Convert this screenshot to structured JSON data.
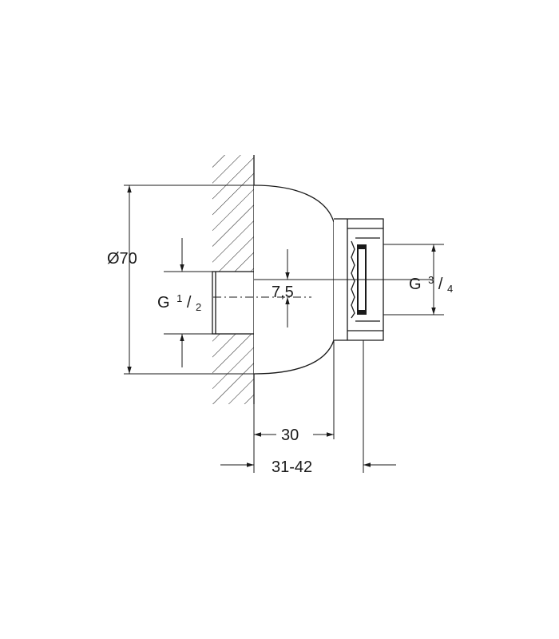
{
  "diagram": {
    "diameter_label": "Ø70",
    "inlet_thread": {
      "prefix": "G",
      "numerator": "1",
      "denominator": "2"
    },
    "outlet_thread": {
      "prefix": "G",
      "numerator": "3",
      "denominator": "4"
    },
    "offset_label": "7,5",
    "depth_label": "30",
    "range_label": "31-42"
  },
  "colors": {
    "ink": "#1a1a1a",
    "background": "#ffffff"
  }
}
